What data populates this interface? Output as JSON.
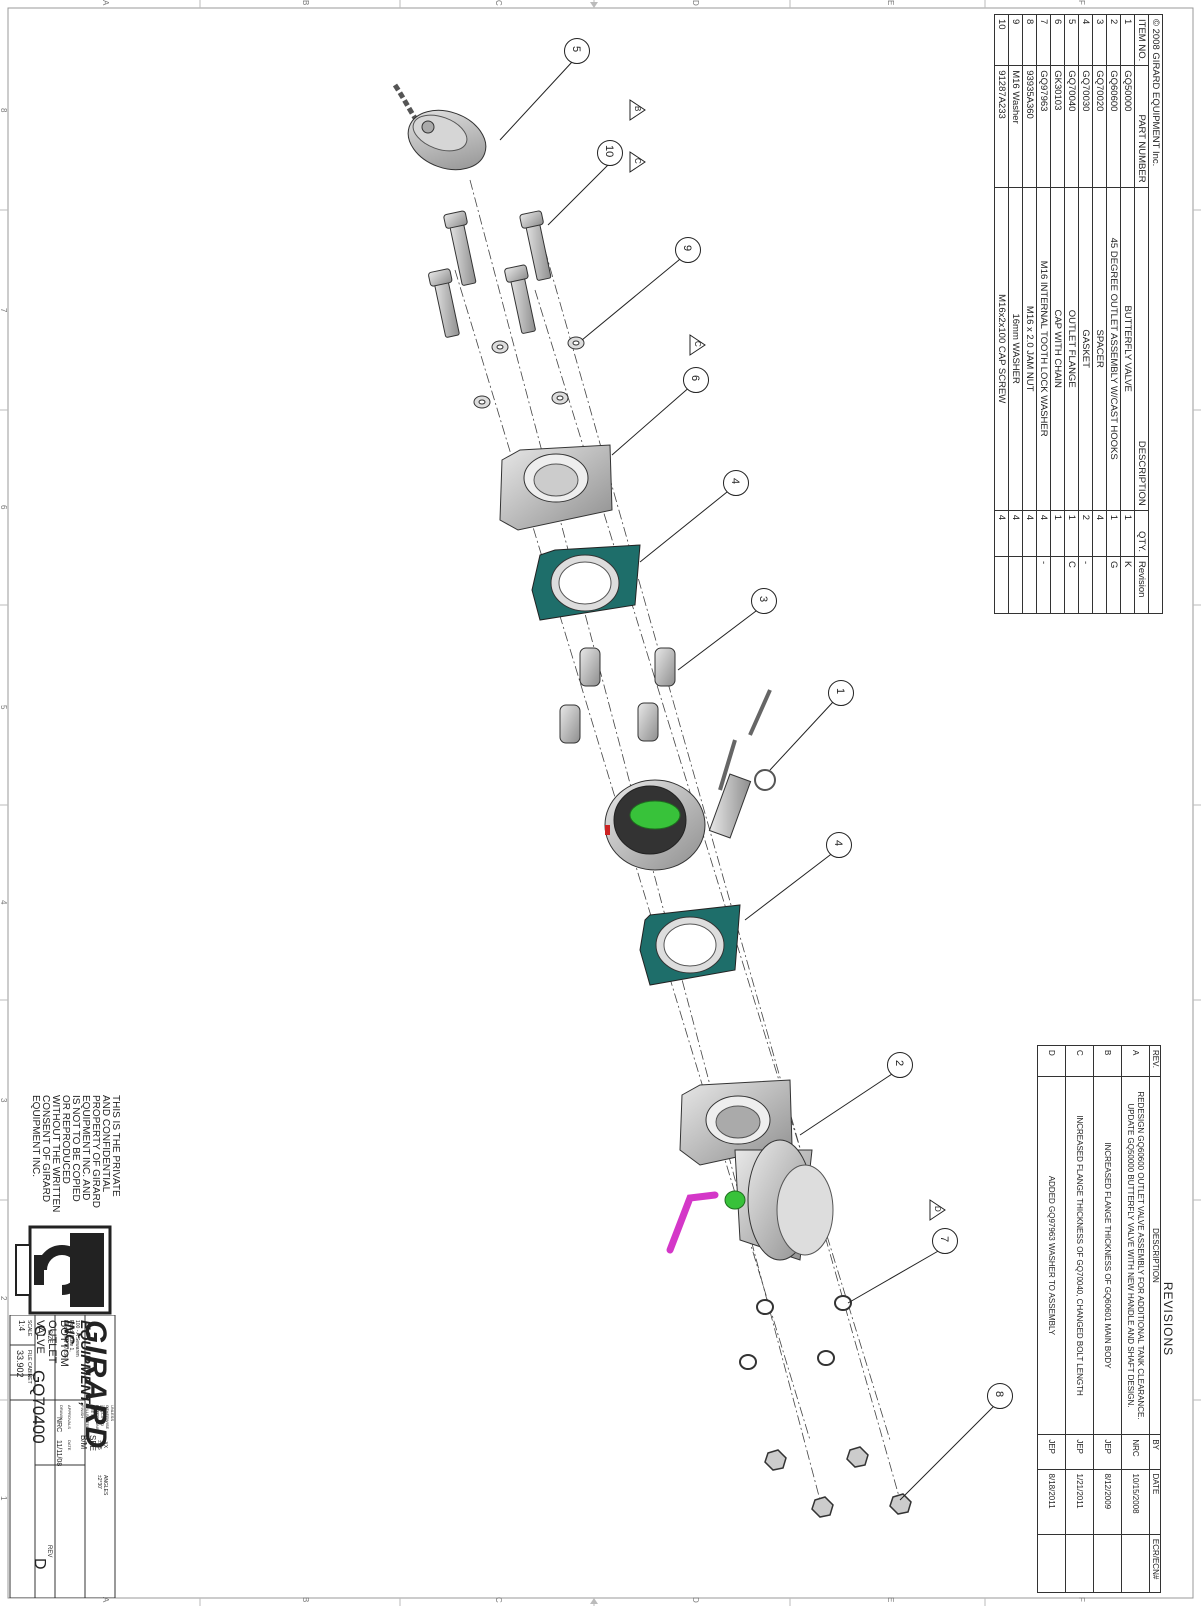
{
  "zones": {
    "columns": [
      "A",
      "B",
      "C",
      "D",
      "E",
      "F"
    ],
    "rows": [
      "8",
      "7",
      "6",
      "5",
      "4",
      "3",
      "2",
      "1"
    ]
  },
  "bom": {
    "copyright": "© 2008 GIRARD EQUIPMENT Inc.",
    "headers": [
      "ITEM NO.",
      "PART NUMBER",
      "DESCRIPTION",
      "QTY.",
      "Revision"
    ],
    "rows": [
      {
        "item": "1",
        "part": "GQ50000",
        "desc": "BUTTERFLY VALVE",
        "qty": "1",
        "rev": "K"
      },
      {
        "item": "2",
        "part": "GQ60600",
        "desc": "45 DEGREE OUTLET ASSEMBLY W/CAST HOOKS",
        "qty": "1",
        "rev": "G"
      },
      {
        "item": "3",
        "part": "GQ70020",
        "desc": "SPACER",
        "qty": "4",
        "rev": ""
      },
      {
        "item": "4",
        "part": "GQ70030",
        "desc": "GASKET",
        "qty": "2",
        "rev": "-"
      },
      {
        "item": "5",
        "part": "GQ70040",
        "desc": "OUTLET FLANGE",
        "qty": "1",
        "rev": "C"
      },
      {
        "item": "6",
        "part": "GK30103",
        "desc": "CAP WITH CHAIN",
        "qty": "1",
        "rev": ""
      },
      {
        "item": "7",
        "part": "GQ97963",
        "desc": "M16 INTERNAL TOOTH LOCK WASHER",
        "qty": "4",
        "rev": "-"
      },
      {
        "item": "8",
        "part": "93935A360",
        "desc": "M16 x 2.0 JAM NUT",
        "qty": "4",
        "rev": ""
      },
      {
        "item": "9",
        "part": "M16 Washer",
        "desc": "16mm WASHER",
        "qty": "4",
        "rev": ""
      },
      {
        "item": "10",
        "part": "91287A233",
        "desc": "M16x2x100 CAP SCREW",
        "qty": "4",
        "rev": ""
      }
    ]
  },
  "revisions": {
    "title": "REVISIONS",
    "headers": [
      "REV.",
      "DESCRIPTION",
      "BY",
      "DATE",
      "ECR/ECN#"
    ],
    "rows": [
      {
        "rev": "A",
        "desc": "REDESIGN GQ60600 OUTLET VALVE ASSEMBLY FOR ADDITIONAL TANK CLEARANCE. UPDATE GQ50000 BUTTERFLY VALVE WITH NEW HANDLE AND SHAFT DESIGN.",
        "by": "NRC",
        "date": "10/15/2008",
        "ecn": ""
      },
      {
        "rev": "B",
        "desc": "INCREASED FLANGE THICKNESS OF GQ60601 MAIN BODY",
        "by": "JEP",
        "date": "8/12/2009",
        "ecn": ""
      },
      {
        "rev": "C",
        "desc": "INCREASED FLANGE THICKNESS OF GQ70040, CHANGED BOLT LENGTH",
        "by": "JEP",
        "date": "1/21/2011",
        "ecn": ""
      },
      {
        "rev": "D",
        "desc": "ADDED GQ97963 WASHER TO ASSEMBLY",
        "by": "JEP",
        "date": "8/18/2011",
        "ecn": ""
      }
    ]
  },
  "notice": [
    "THIS IS THE PRIVATE",
    "AND CONFIDENTIAL",
    "PROPERTY OF GIRARD",
    "EQUIPMENT INC. AND",
    "IS NOT TO BE COPIED",
    "OR REPRODUCED",
    "WITHOUT THE WRITTEN",
    "CONSENT OF GIRARD",
    "EQUIPMENT INC."
  ],
  "title_block": {
    "company": "GIRARD",
    "company2": "EQUIPMENT, INC.",
    "address": "100 - A Sewaren Road, Suite 1, Linden NJ 07036",
    "tolerance_note": "UNLESS OTHERWISE SPECIFIED DIMENSIONS ARE IN MILLIMETERS",
    "tol1": ".X ±.2",
    "tol2": ".XX ±.05",
    "angle": "ANGLES ±2°30'",
    "material_label": "MATERIAL",
    "material": "SEE B/M",
    "finish_label": "FINISH",
    "approvals_label": "APPROVALS",
    "date_label": "DATE",
    "drawn_label": "DRAWN",
    "drawn": "NRC",
    "drawn_date": "11/11/08",
    "file_label": "FILE CABINET",
    "file": "33.902",
    "scale_label": "SCALE",
    "scale": "1:4",
    "size_label": "SIZE",
    "size": "C",
    "title": "BOTTOM OUTLET VALVE",
    "dwg_no": "GQ70400",
    "rev_label": "REV",
    "rev": "D"
  },
  "balloons": [
    "1",
    "2",
    "3",
    "4",
    "4",
    "5",
    "6",
    "7",
    "8",
    "9",
    "10"
  ],
  "rev_flags": [
    "B",
    "C",
    "C",
    "D"
  ],
  "colors": {
    "gasket": "#1e6e6a",
    "handle": "#d437c8",
    "disc": "#38c23a",
    "metal": "#b9b9b9",
    "line": "#333333"
  }
}
